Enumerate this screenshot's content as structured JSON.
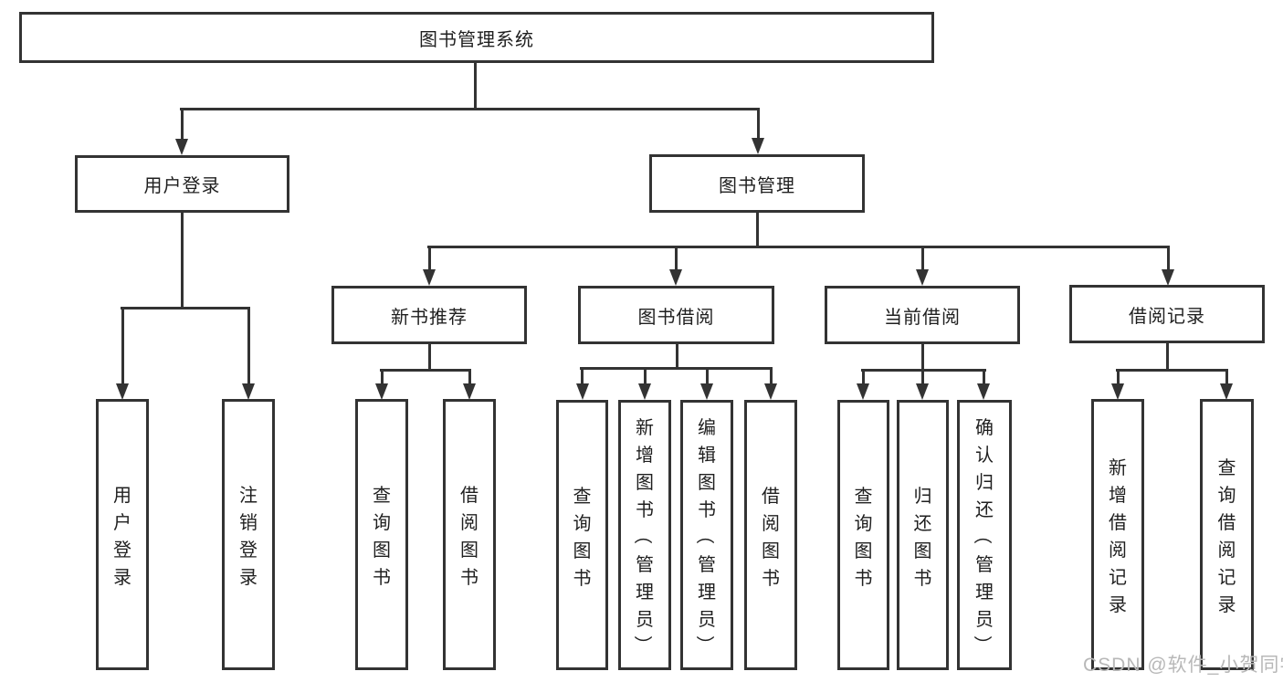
{
  "title": "图书管理系统",
  "level2": {
    "user_login": "用户登录",
    "book_mgmt": "图书管理"
  },
  "level3": {
    "new_books": "新书推荐",
    "book_borrow": "图书借阅",
    "current_borrow": "当前借阅",
    "borrow_records": "借阅记录"
  },
  "leaves": {
    "user_login": [
      "用户登录",
      "注销登录"
    ],
    "new_books": [
      "查询图书",
      "借阅图书"
    ],
    "book_borrow": [
      "查询图书",
      "新增图书（管理员）",
      "编辑图书（管理员）",
      "借阅图书"
    ],
    "current_borrow": [
      "查询图书",
      "归还图书",
      "确认归还（管理员）"
    ],
    "borrow_records": [
      "新增借阅记录",
      "查询借阅记录"
    ]
  },
  "watermark": "CSDN @软件_小贺同学",
  "colors": {
    "line": "#333333",
    "text": "#1f1f1f",
    "watermark": "#b8b8b8",
    "background": "#ffffff"
  }
}
